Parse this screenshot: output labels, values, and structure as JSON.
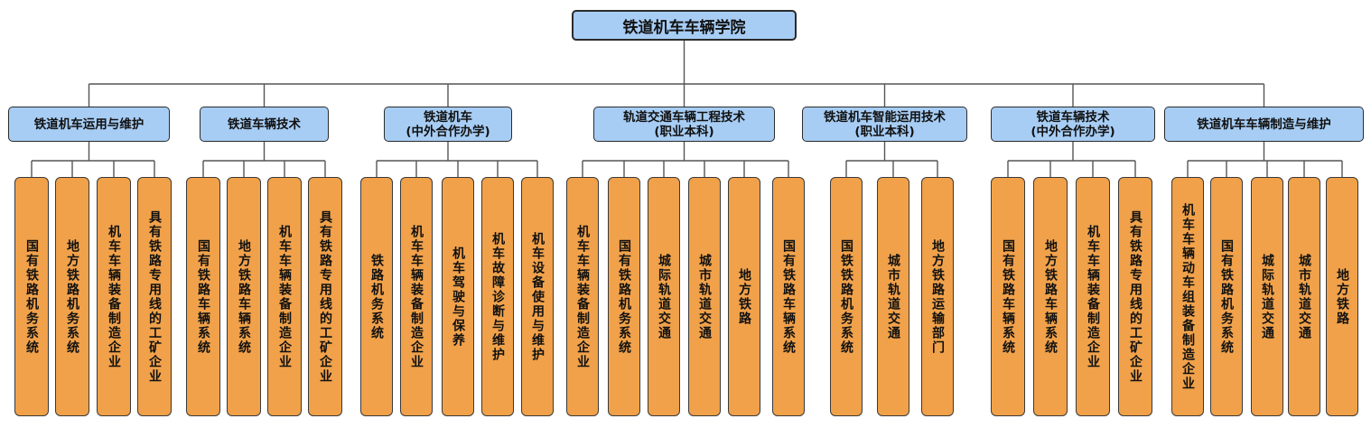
{
  "root": {
    "label": "铁道机车车辆学院"
  },
  "branches": [
    {
      "label": "铁道机车运用与维护",
      "leaves": [
        "国有铁路机务系统",
        "地方铁路机务系统",
        "机车车辆装备制造企业",
        "具有铁路专用线的工矿企业"
      ]
    },
    {
      "label": "铁道车辆技术",
      "leaves": [
        "国有铁路车辆系统",
        "地方铁路车辆系统",
        "机车车辆装备制造企业",
        "具有铁路专用线的工矿企业"
      ]
    },
    {
      "label": "铁道机车\n(中外合作办学)",
      "leaves": [
        "铁路机务系统",
        "机车车辆装备制造企业",
        "机车驾驶与保养",
        "机车故障诊断与维护",
        "机车设备使用与维护"
      ]
    },
    {
      "label": "轨道交通车辆工程技术\n(职业本科)",
      "leaves": [
        "机车车辆装备制造企业",
        "国有铁路机务系统",
        "城际轨道交通",
        "城市轨道交通",
        "地方铁路",
        "国有铁路车辆系统"
      ]
    },
    {
      "label": "铁道机车智能运用技术\n(职业本科)",
      "leaves": [
        "国铁铁路机务系统",
        "城市轨道交通",
        "地方铁路运输部门"
      ]
    },
    {
      "label": "铁道车辆技术\n(中外合作办学)",
      "leaves": [
        "国有铁路车辆系统",
        "地方铁路车辆系统",
        "机车车辆装备制造企业",
        "具有铁路专用线的工矿企业"
      ]
    },
    {
      "label": "铁道机车车辆制造与维护",
      "leaves": [
        "机车车辆动车组装备制造企业",
        "国有铁路机务系统",
        "城际轨道交通",
        "城市轨道交通",
        "地方铁路"
      ]
    }
  ],
  "colors": {
    "root_fill": "#a7cdf4",
    "branch_fill": "#a7cdf4",
    "leaf_fill": "#f0a14a",
    "line": "#555555"
  }
}
